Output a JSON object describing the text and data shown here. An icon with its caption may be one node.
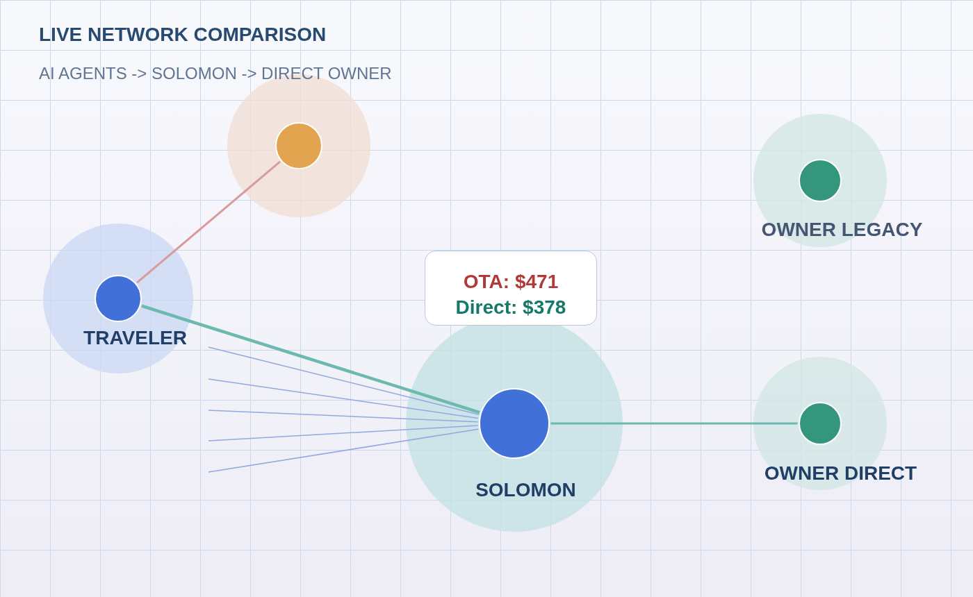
{
  "diagram": {
    "title": "LIVE NETWORK COMPARISON",
    "nodes": [
      {
        "text": [
          "TRAVELER"
        ]
      },
      {
        "text": [],
        "shape": "circle"
      },
      {
        "text": [
          "OWNER LEGACY"
        ]
      },
      {
        "text": [
          "OTA: $471",
          "Direct: $378"
        ]
      },
      {
        "text": [
          "SOLOMON"
        ]
      },
      {
        "text": [
          "OWNER DIRECT"
        ]
      }
    ],
    "edges": [
      {
        "from": 0,
        "to": 1,
        "arrow": "none",
        "color": "#d99a9e"
      },
      {
        "from": 0,
        "to": 4,
        "arrow": "none",
        "style": "thick",
        "color": "#6db9af"
      },
      {
        "from": 4,
        "to": 5,
        "arrow": "none",
        "color": "#6db9af"
      },
      {
        "from": null,
        "to": 4,
        "arrow": "none"
      },
      {
        "from": null,
        "to": 4,
        "arrow": "none"
      },
      {
        "from": null,
        "to": 4,
        "arrow": "none"
      },
      {
        "from": null,
        "to": 4,
        "arrow": "none"
      },
      {
        "from": null,
        "to": 4,
        "arrow": "none"
      }
    ],
    "labels": [
      "AI AGENTS -> SOLOMON -> DIRECT OWNER"
    ]
  }
}
